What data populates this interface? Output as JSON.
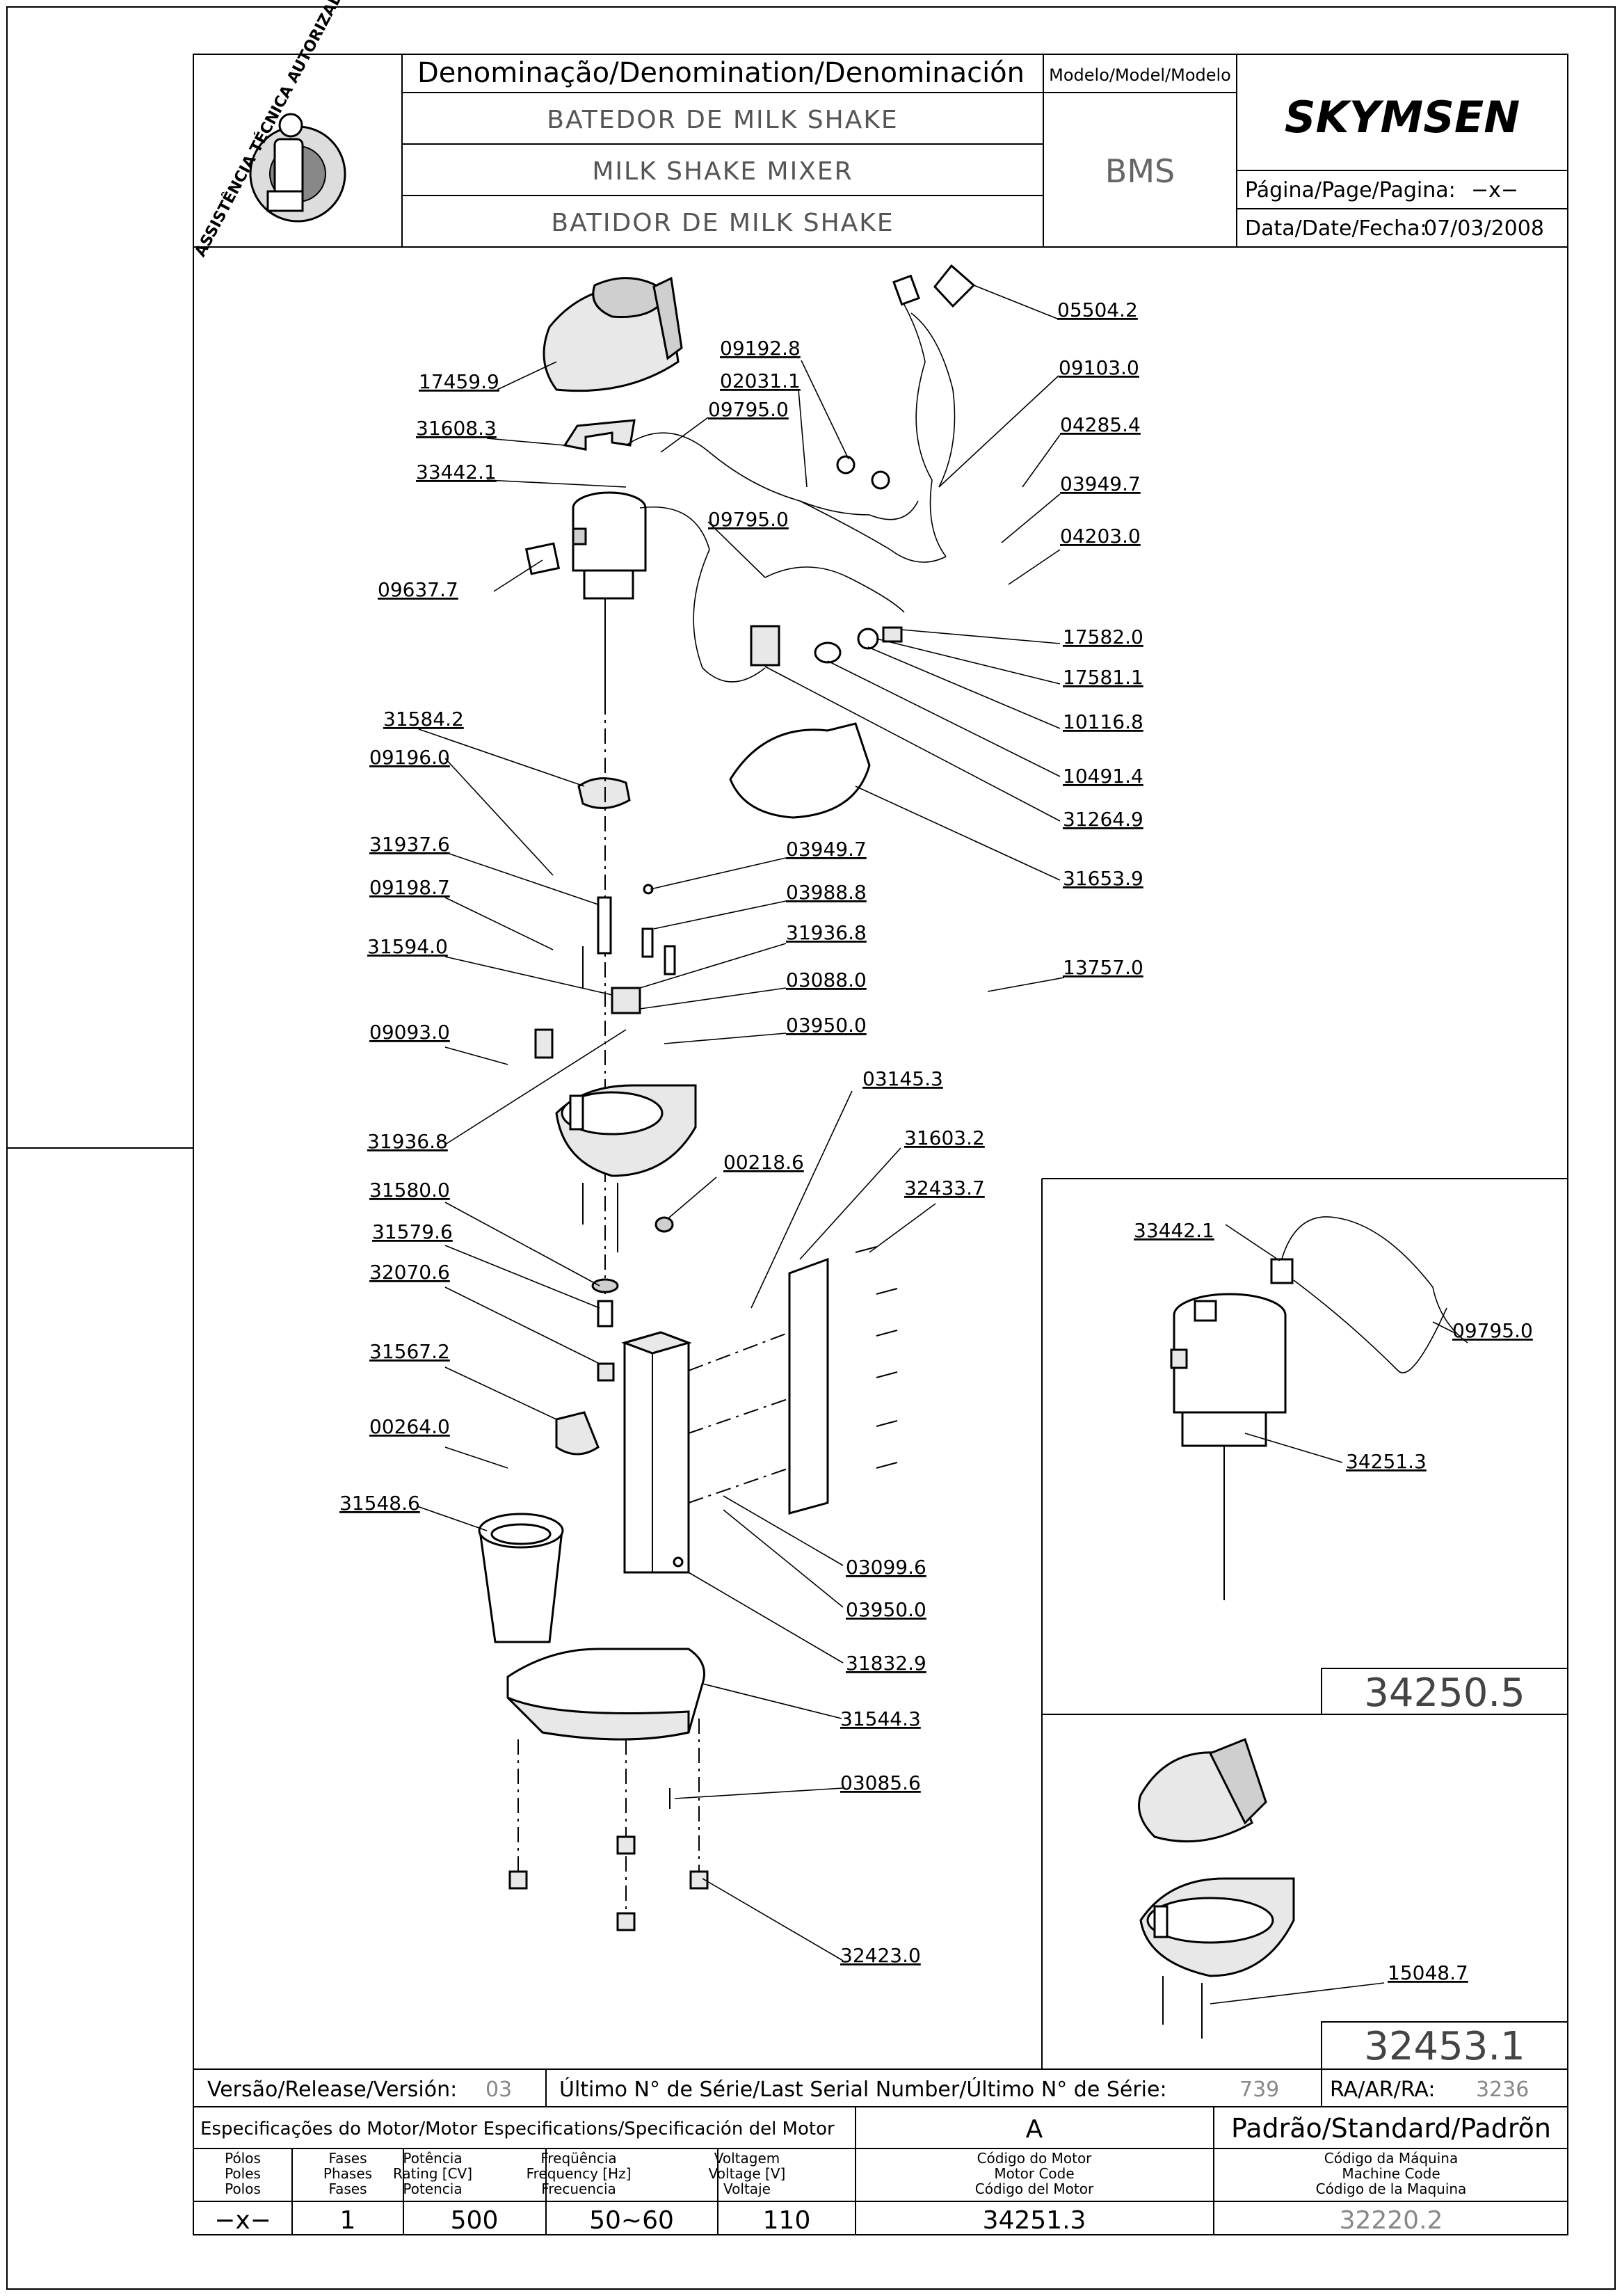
{
  "header": {
    "logo_text": "ASSISTÊNCIA TÉCNICA AUTORIZADA",
    "denomination_label": "Denominação/Denomination/Denominación",
    "names": [
      "BATEDOR DE MILK SHAKE",
      "MILK SHAKE MIXER",
      "BATIDOR DE MILK SHAKE"
    ],
    "model_label": "Modelo/Model/Modelo",
    "model_value": "BMS",
    "brand": "SKYMSEN",
    "page_label": "Página/Page/Pagina:",
    "page_value": "−x−",
    "date_label": "Data/Date/Fecha:",
    "date_value": "07/03/2008"
  },
  "parts_main": [
    "05504.2",
    "09103.0",
    "09192.8",
    "02031.1",
    "09795.0",
    "04285.4",
    "17459.9",
    "31608.3",
    "33442.1",
    "03949.7",
    "09795.0",
    "04203.0",
    "09637.7",
    "17582.0",
    "17581.1",
    "10116.8",
    "31584.2",
    "10491.4",
    "09196.0",
    "31264.9",
    "31653.9",
    "31937.6",
    "03949.7",
    "09198.7",
    "03988.8",
    "31936.8",
    "31594.0",
    "03088.0",
    "13757.0",
    "09093.0",
    "03950.0",
    "31936.8",
    "03145.3",
    "31603.2",
    "00218.6",
    "31580.0",
    "32433.7",
    "31579.6",
    "32070.6",
    "31567.2",
    "00264.0",
    "31548.6",
    "03099.6",
    "03950.0",
    "31832.9",
    "31544.3",
    "03085.6",
    "32423.0"
  ],
  "inset_motor": {
    "parts": [
      "33442.1",
      "09795.0",
      "34251.3"
    ],
    "assembly_code": "34250.5"
  },
  "inset_base": {
    "parts": [
      "15048.7"
    ],
    "assembly_code": "32453.1"
  },
  "footer": {
    "version_label": "Versão/Release/Versión:",
    "version_value": "03",
    "serial_label": "Último N° de Série/Last Serial Number/Último N° de Série:",
    "serial_value": "739",
    "ra_label": "RA/AR/RA:",
    "ra_value": "3236",
    "motor_spec_label": "Especificações do Motor/Motor Especifications/Specificación del Motor",
    "motor_letter": "A",
    "standard_label": "Padrão/Standard/Padrõn",
    "columns": [
      [
        "Pólos",
        "Poles",
        "Polos"
      ],
      [
        "Fases",
        "Phases",
        "Fases"
      ],
      [
        "Potência",
        "Rating [CV]",
        "Potencia"
      ],
      [
        "Freqüência",
        "Frequency [Hz]",
        "Frecuencia"
      ],
      [
        "Voltagem",
        "Voltage [V]",
        "Voltaje"
      ],
      [
        "Código do Motor",
        "Motor Code",
        "Código del Motor"
      ],
      [
        "Código da Máquina",
        "Machine Code",
        "Código de la Maquina"
      ]
    ],
    "values": [
      "−x−",
      "1",
      "500",
      "50~60",
      "110",
      "34251.3",
      "32220.2"
    ]
  }
}
